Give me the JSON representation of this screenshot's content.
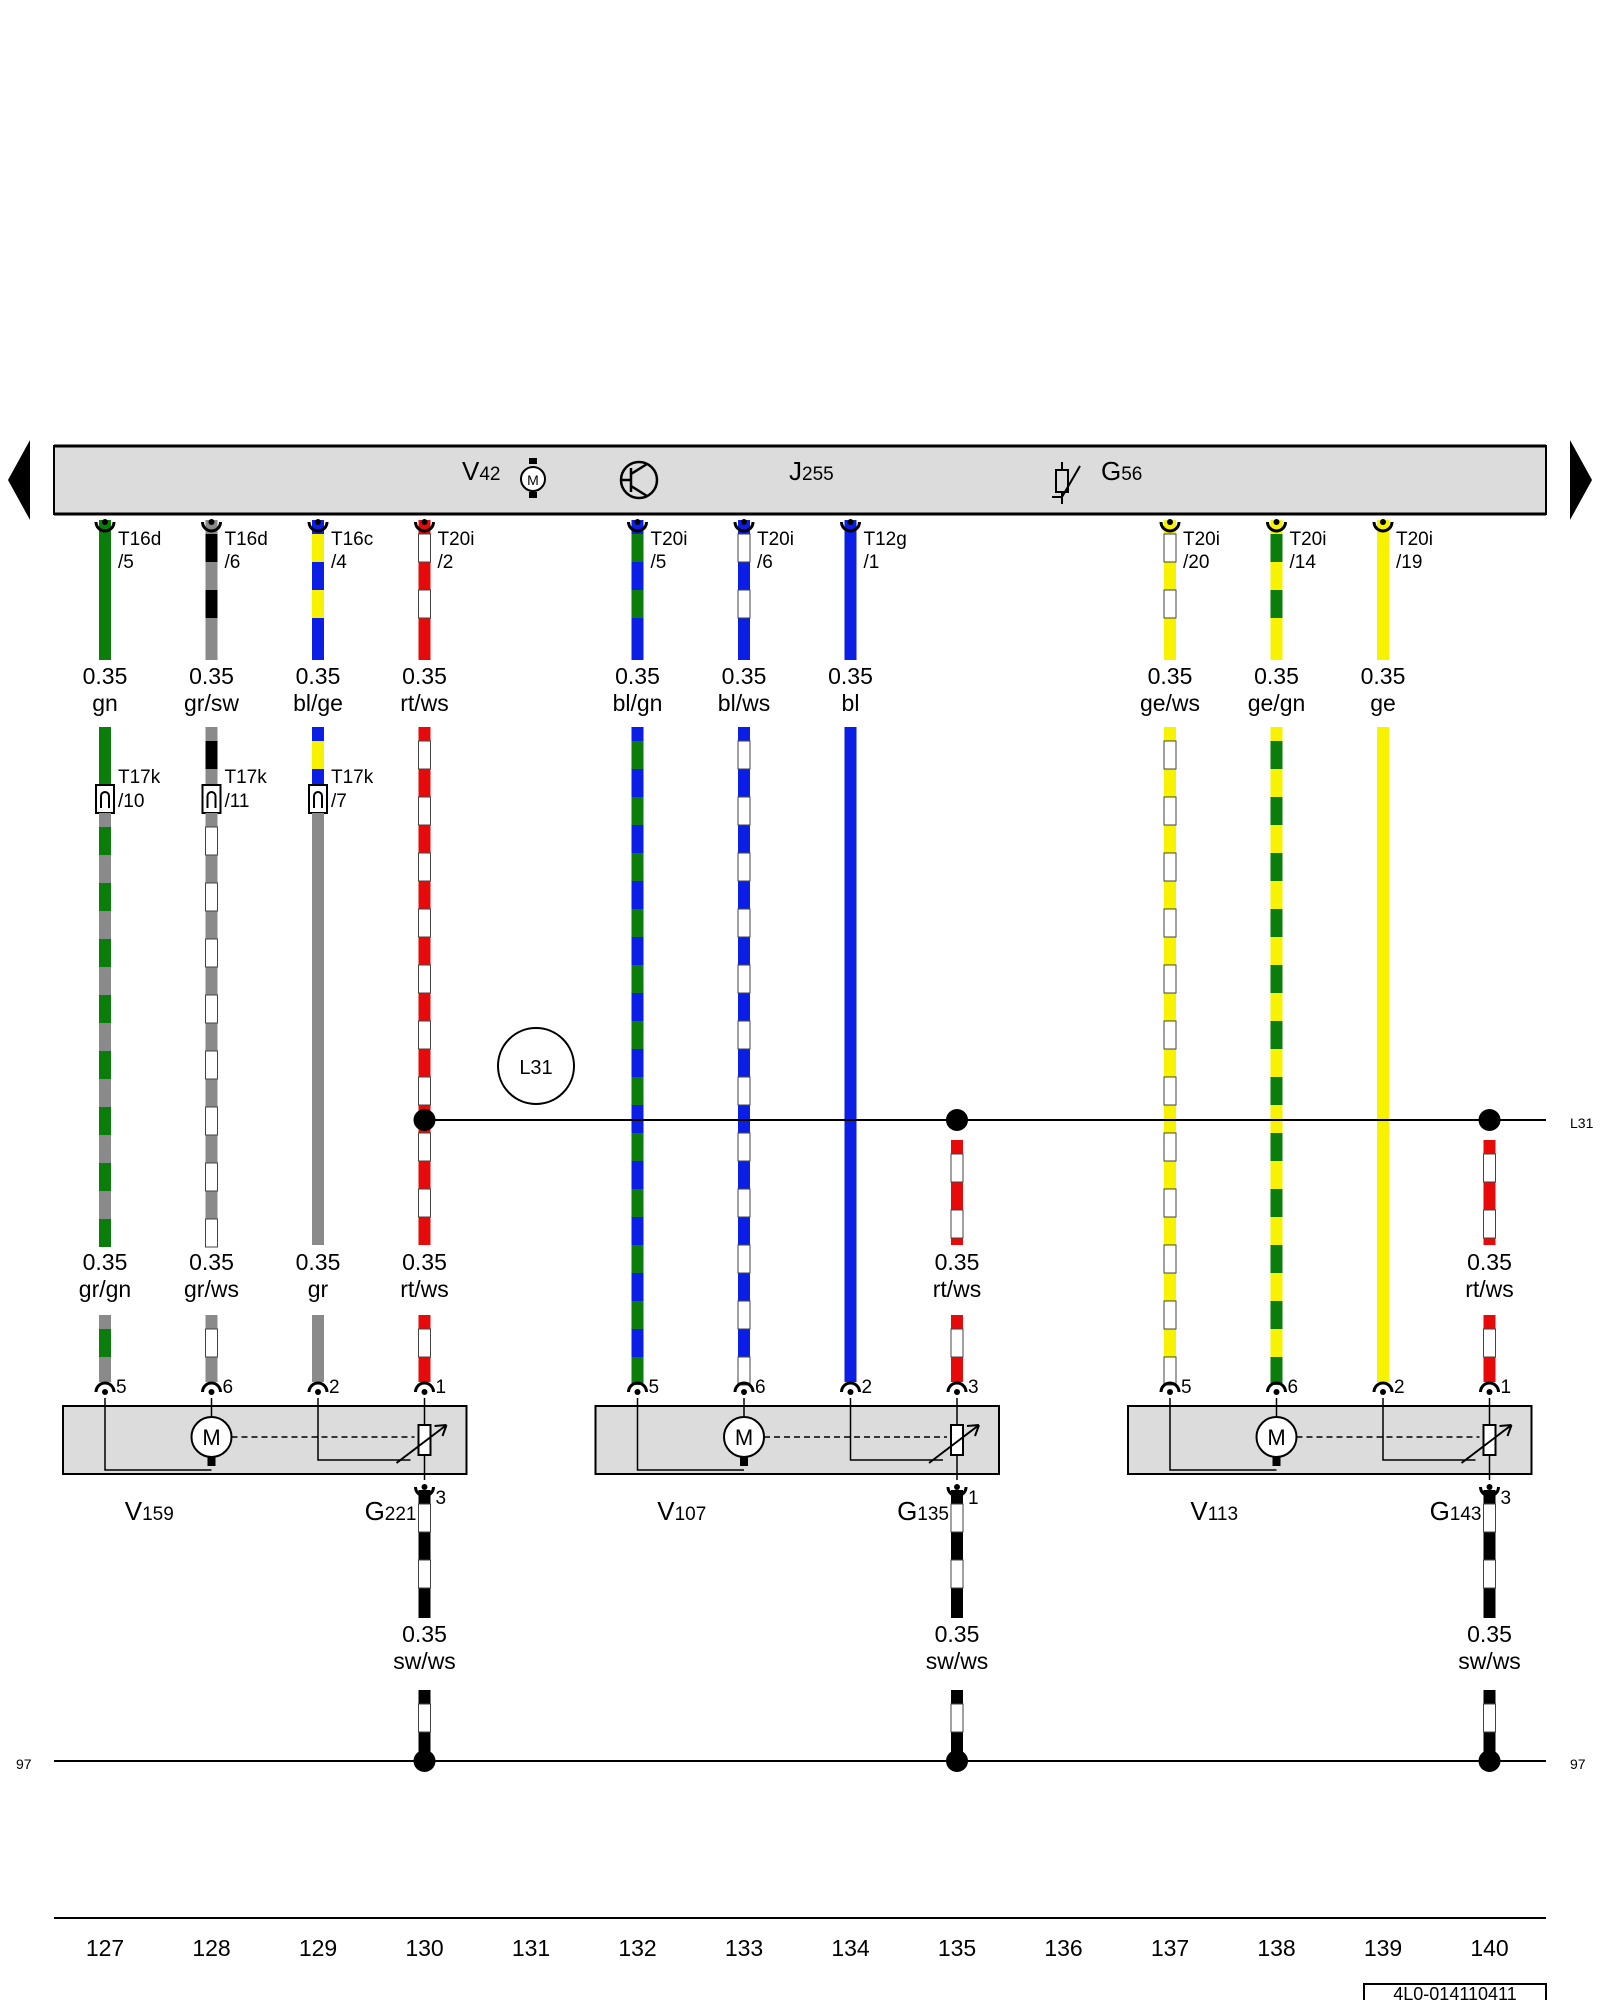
{
  "colors": {
    "gn": "#0b7d0b",
    "gr": "#8a8a8a",
    "sw": "#000000",
    "bl": "#0a1ee6",
    "ge": "#f7f200",
    "rt": "#e60a0a",
    "ws": "#ffffff",
    "panel": "#dcdcdc"
  },
  "header": {
    "items": [
      {
        "base": "V",
        "sub": "42",
        "icon": "motor-icon"
      },
      {
        "icon": "transistor-icon"
      },
      {
        "base": "J",
        "sub": "255"
      },
      {
        "icon": "thermistor-icon"
      },
      {
        "base": "G",
        "sub": "56"
      }
    ],
    "motor_letter": "M"
  },
  "wires": [
    {
      "column": 127,
      "top_connector": [
        "T16d",
        "/5"
      ],
      "top_size": "0.35",
      "top_color": "gn",
      "mid_connector": [
        "T17k",
        "/10"
      ],
      "bottom_size": "0.35",
      "bottom_color": "gr/gn",
      "pin": "5"
    },
    {
      "column": 128,
      "top_connector": [
        "T16d",
        "/6"
      ],
      "top_size": "0.35",
      "top_color": "gr/sw",
      "mid_connector": [
        "T17k",
        "/11"
      ],
      "bottom_size": "0.35",
      "bottom_color": "gr/ws",
      "pin": "6"
    },
    {
      "column": 129,
      "top_connector": [
        "T16c",
        "/4"
      ],
      "top_size": "0.35",
      "top_color": "bl/ge",
      "mid_connector": [
        "T17k",
        "/7"
      ],
      "bottom_size": "0.35",
      "bottom_color": "gr",
      "pin": "2"
    },
    {
      "column": 130,
      "top_connector": [
        "T20i",
        "/2"
      ],
      "top_size": "0.35",
      "top_color": "rt/ws",
      "bottom_size": "0.35",
      "bottom_color": "rt/ws",
      "pin": "1"
    },
    {
      "column": 132,
      "top_connector": [
        "T20i",
        "/5"
      ],
      "top_size": "0.35",
      "top_color": "bl/gn",
      "pin": "5"
    },
    {
      "column": 133,
      "top_connector": [
        "T20i",
        "/6"
      ],
      "top_size": "0.35",
      "top_color": "bl/ws",
      "pin": "6"
    },
    {
      "column": 134,
      "top_connector": [
        "T12g",
        "/1"
      ],
      "top_size": "0.35",
      "top_color": "bl",
      "pin": "2"
    },
    {
      "column": 135,
      "bottom_size": "0.35",
      "bottom_color": "rt/ws",
      "pin": "3"
    },
    {
      "column": 137,
      "top_connector": [
        "T20i",
        "/20"
      ],
      "top_size": "0.35",
      "top_color": "ge/ws",
      "pin": "5"
    },
    {
      "column": 138,
      "top_connector": [
        "T20i",
        "/14"
      ],
      "top_size": "0.35",
      "top_color": "ge/gn",
      "pin": "6"
    },
    {
      "column": 139,
      "top_connector": [
        "T20i",
        "/19"
      ],
      "top_size": "0.35",
      "top_color": "ge",
      "pin": "2"
    },
    {
      "column": 140,
      "bottom_size": "0.35",
      "bottom_color": "rt/ws",
      "pin": "1"
    }
  ],
  "components": [
    {
      "motor": {
        "base": "V",
        "sub": "159"
      },
      "sensor": {
        "base": "G",
        "sub": "221"
      },
      "ground_pin": "3",
      "ground_size": "0.35",
      "ground_color": "sw/ws"
    },
    {
      "motor": {
        "base": "V",
        "sub": "107"
      },
      "sensor": {
        "base": "G",
        "sub": "135"
      },
      "ground_pin": "1",
      "ground_size": "0.35",
      "ground_color": "sw/ws"
    },
    {
      "motor": {
        "base": "V",
        "sub": "113"
      },
      "sensor": {
        "base": "G",
        "sub": "143"
      },
      "ground_pin": "3",
      "ground_size": "0.35",
      "ground_color": "sw/ws"
    }
  ],
  "l31": {
    "label": "L31",
    "right_label": "L31"
  },
  "ground_bus": {
    "left_label": "97",
    "right_label": "97"
  },
  "columns": [
    "127",
    "128",
    "129",
    "130",
    "131",
    "132",
    "133",
    "134",
    "135",
    "136",
    "137",
    "138",
    "139",
    "140"
  ],
  "reference": "4L0-014110411"
}
